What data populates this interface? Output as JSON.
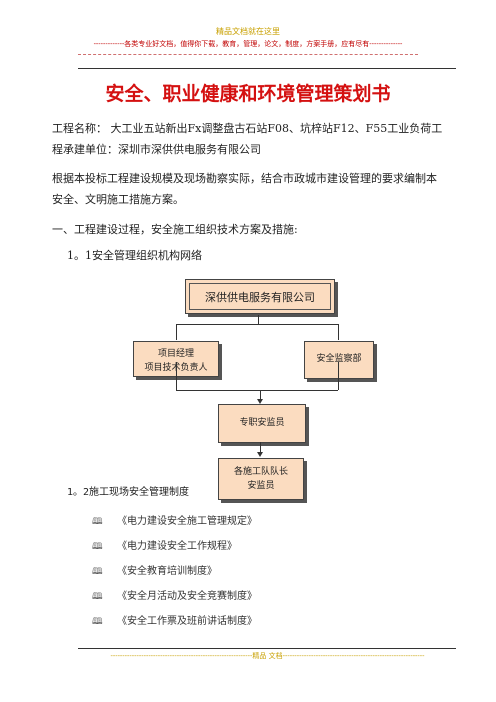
{
  "header": {
    "top": "精品文档就在这里",
    "sub": "-------------各类专业好文档，值得你下载，教育，管理，论文，制度，方案手册，应有尽有--------------"
  },
  "title": "安全、职业健康和环境管理策划书",
  "paragraphs": {
    "project_name": "工程名称：  大工业五站新出Fx调整盘古石站F08、坑梓站F12、F55工业负荷工",
    "contractor": "程承建单位：深圳市深供供电服务有限公司",
    "basis_1": "根据本投标工程建设规模及现场勘察实际，结合市政城市建设管理的要求编制本",
    "basis_2": "安全、文明施工措施方案。",
    "section1": "一、工程建设过程，安全施工组织技术方案及措施:",
    "section1_1": "1。1安全管理组织机构网络",
    "section1_2": "1。2施工现场安全管理制度"
  },
  "org_chart": {
    "top": "深供供电服务有限公司",
    "left_line1": "项目经理",
    "left_line2": "项目技术负责人",
    "right": "安全监察部",
    "middle": "专职安监员",
    "bottom_line1": "各施工队队长",
    "bottom_line2": "安监员"
  },
  "regulations": {
    "bullet": "🕮",
    "items": [
      "《电力建设安全施工管理规定》",
      "《电力建设安全工作规程》",
      "《安全教育培训制度》",
      "《安全月活动及安全竞赛制度》",
      "《安全工作票及班前讲话制度》"
    ]
  },
  "footer": "------------------------------------------------------------精品  文档------------------------------------------------------------"
}
